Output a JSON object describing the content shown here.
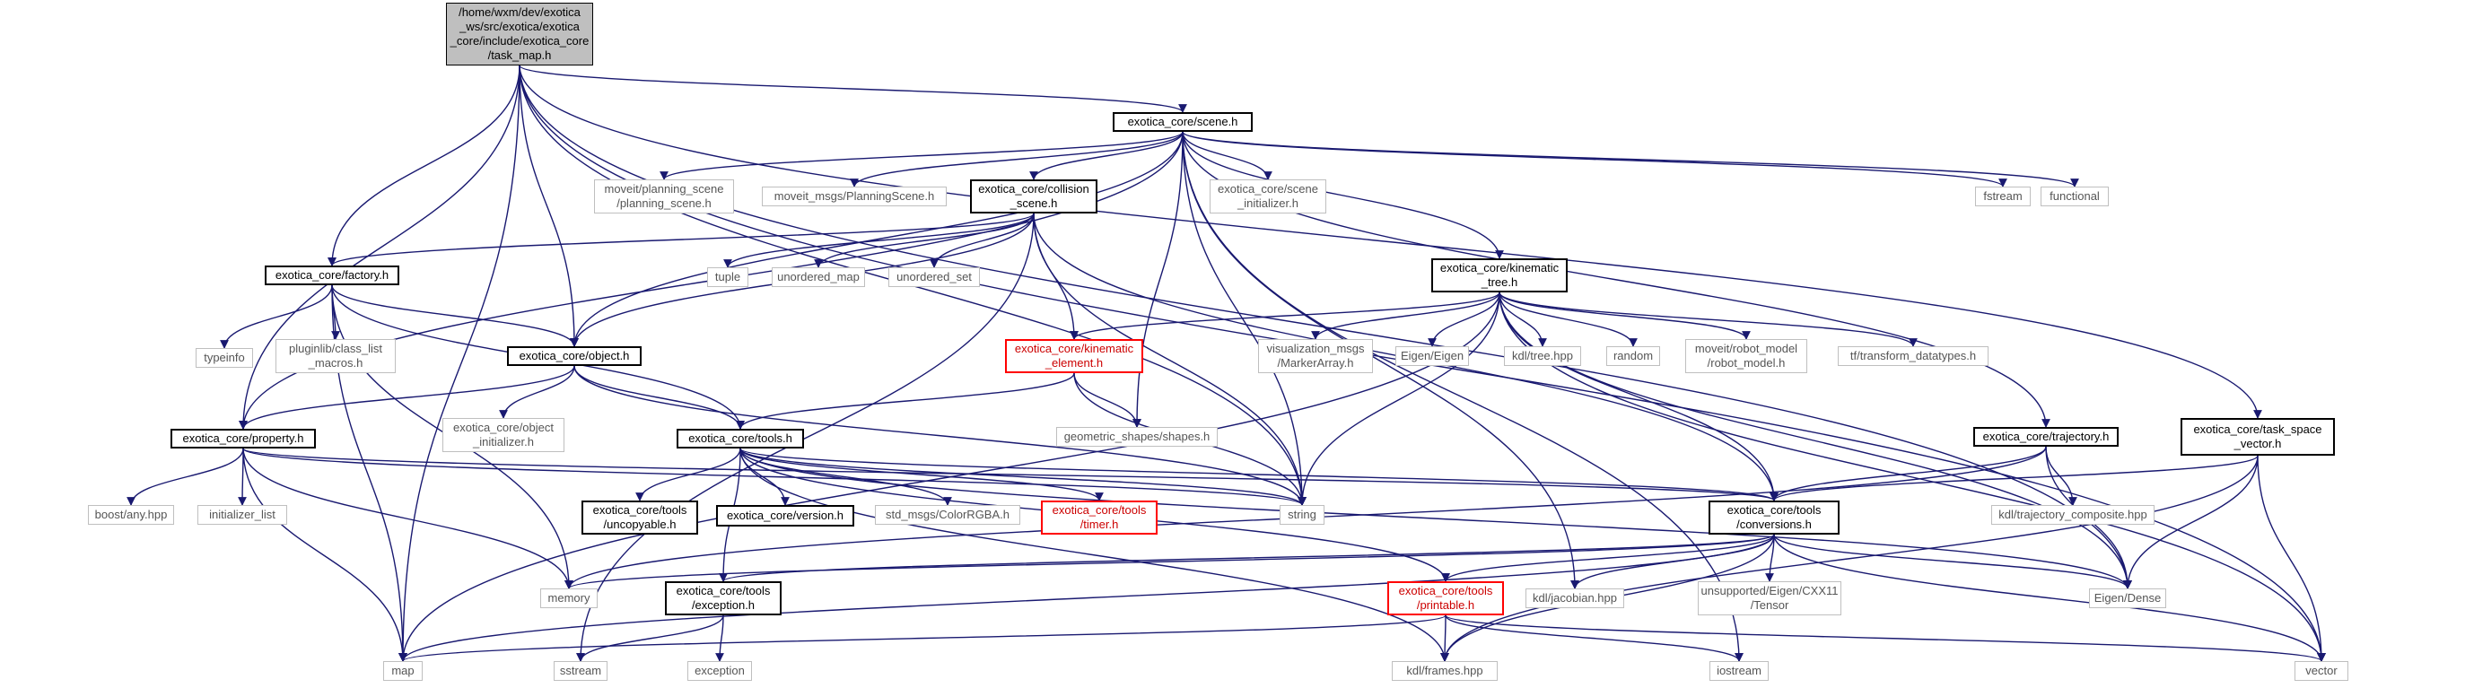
{
  "colors": {
    "edge": "#191970",
    "root_fill": "#bfbfbf",
    "doc_border": "#000000",
    "missing_border": "#bfbfbf",
    "incomplete_border": "#ff0000"
  },
  "nodes": {
    "root": "/home/wxm/dev/exotica\n_ws/src/exotica/exotica\n_core/include/exotica_core\n/task_map.h",
    "scene": "exotica_core/scene.h",
    "collision_scene": "exotica_core/collision\n_scene.h",
    "factory": "exotica_core/factory.h",
    "object": "exotica_core/object.h",
    "property": "exotica_core/property.h",
    "tools": "exotica_core/tools.h",
    "kinematic_tree": "exotica_core/kinematic\n_tree.h",
    "kinematic_element": "exotica_core/kinematic\n_element.h",
    "trajectory": "exotica_core/trajectory.h",
    "task_space_vector": "exotica_core/task_space\n_vector.h",
    "conversions": "exotica_core/tools\n/conversions.h",
    "printable": "exotica_core/tools\n/printable.h",
    "exception_h": "exotica_core/tools\n/exception.h",
    "uncopyable": "exotica_core/tools\n/uncopyable.h",
    "version": "exotica_core/version.h",
    "timer": "exotica_core/tools\n/timer.h",
    "planning_scene": "moveit/planning_scene\n/planning_scene.h",
    "planning_scene_msg": "moveit_msgs/PlanningScene.h",
    "scene_initializer": "exotica_core/scene\n_initializer.h",
    "fstream": "fstream",
    "functional": "functional",
    "tuple": "tuple",
    "unordered_map": "unordered_map",
    "unordered_set": "unordered_set",
    "typeinfo": "typeinfo",
    "class_list_macros": "pluginlib/class_list\n_macros.h",
    "object_initializer": "exotica_core/object\n_initializer.h",
    "marker_array": "visualization_msgs\n/MarkerArray.h",
    "eigen_eigen": "Eigen/Eigen",
    "kdl_tree": "kdl/tree.hpp",
    "random": "random",
    "robot_model": "moveit/robot_model\n/robot_model.h",
    "transform_datatypes": "tf/transform_datatypes.h",
    "shapes": "geometric_shapes/shapes.h",
    "boost_any": "boost/any.hpp",
    "initializer_list": "initializer_list",
    "color_rgba": "std_msgs/ColorRGBA.h",
    "string": "string",
    "trajectory_composite": "kdl/trajectory_composite.hpp",
    "memory": "memory",
    "kdl_jacobian": "kdl/jacobian.hpp",
    "cxx11_tensor": "unsupported/Eigen/CXX11\n/Tensor",
    "eigen_dense": "Eigen/Dense",
    "map": "map",
    "sstream": "sstream",
    "exception": "exception",
    "kdl_frames": "kdl/frames.hpp",
    "iostream": "iostream",
    "vector": "vector"
  }
}
